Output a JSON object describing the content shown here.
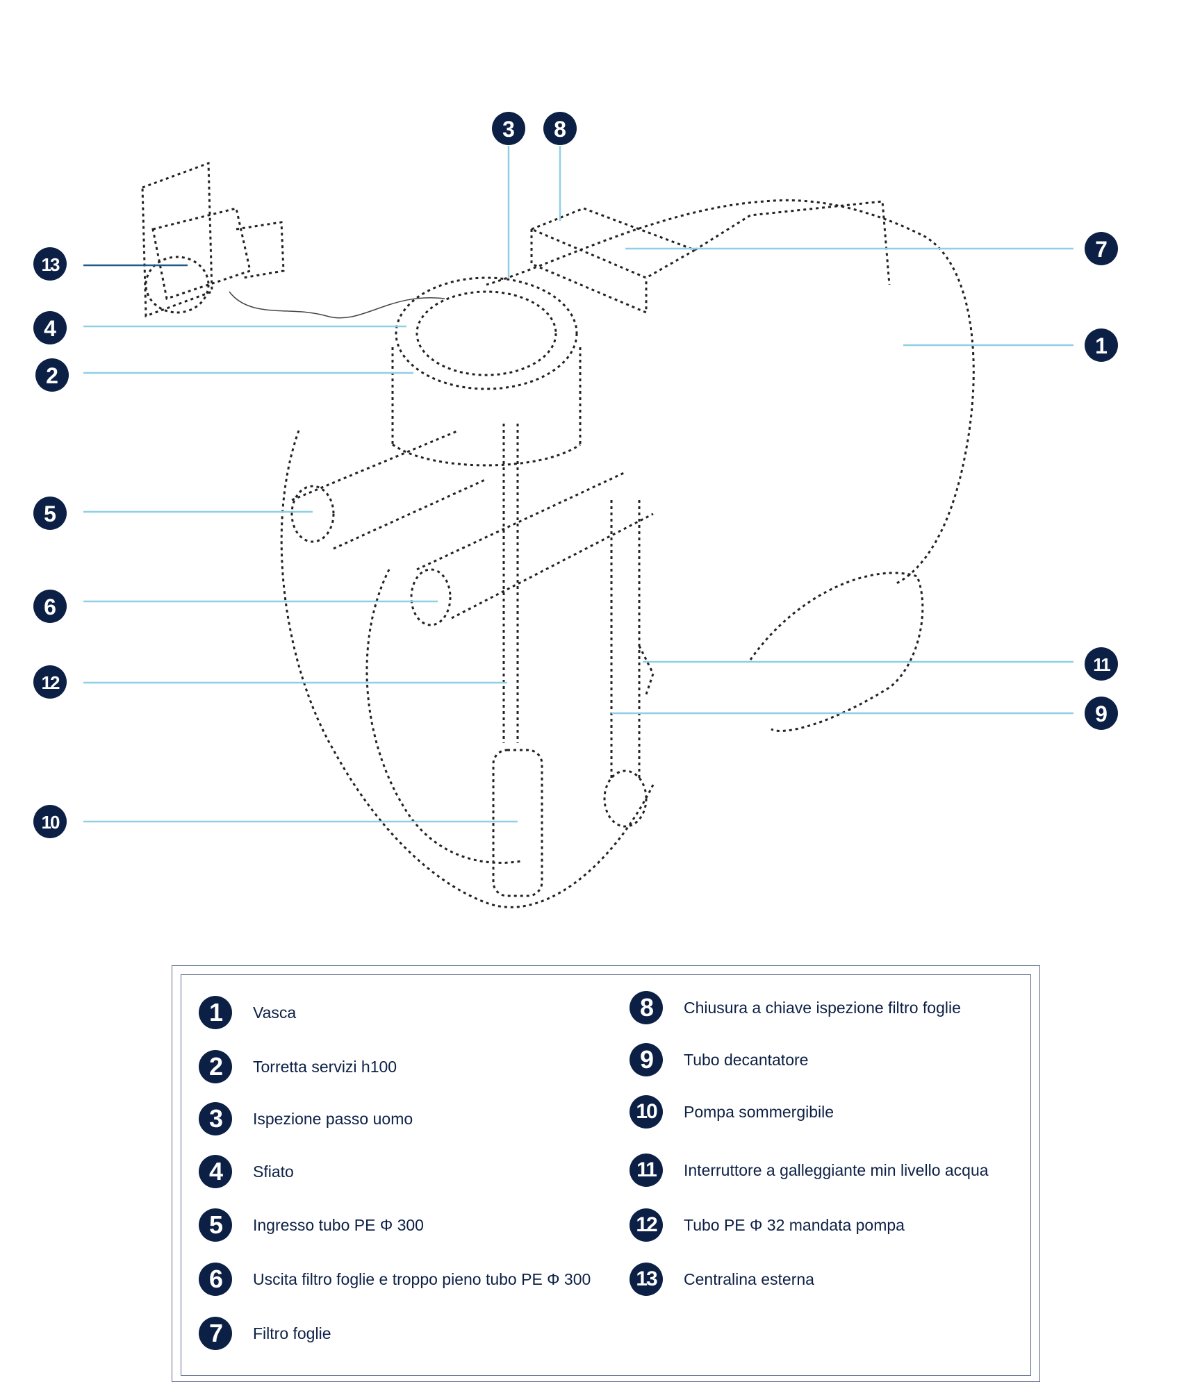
{
  "colors": {
    "badge": "#0c1f45",
    "leader": "#8fcfe6",
    "sketch": "#222222",
    "frame": "#5a6a8a"
  },
  "callouts": [
    "1",
    "2",
    "3",
    "4",
    "5",
    "6",
    "7",
    "8",
    "9",
    "10",
    "11",
    "12",
    "13"
  ],
  "legend": {
    "items": [
      {
        "num": "1",
        "text": "Vasca"
      },
      {
        "num": "2",
        "text": "Torretta servizi h100"
      },
      {
        "num": "3",
        "text": "Ispezione passo uomo"
      },
      {
        "num": "4",
        "text": "Sfiato"
      },
      {
        "num": "5",
        "text": "Ingresso tubo PE Φ 300"
      },
      {
        "num": "6",
        "text": "Uscita filtro foglie e troppo pieno tubo PE Φ 300"
      },
      {
        "num": "7",
        "text": "Filtro foglie"
      },
      {
        "num": "8",
        "text": "Chiusura a chiave ispezione filtro foglie"
      },
      {
        "num": "9",
        "text": "Tubo decantatore"
      },
      {
        "num": "10",
        "text": "Pompa sommergibile"
      },
      {
        "num": "11",
        "text": "Interruttore a galleggiante min livello acqua"
      },
      {
        "num": "12",
        "text": "Tubo PE Φ 32 mandata pompa"
      },
      {
        "num": "13",
        "text": "Centralina esterna"
      }
    ]
  }
}
